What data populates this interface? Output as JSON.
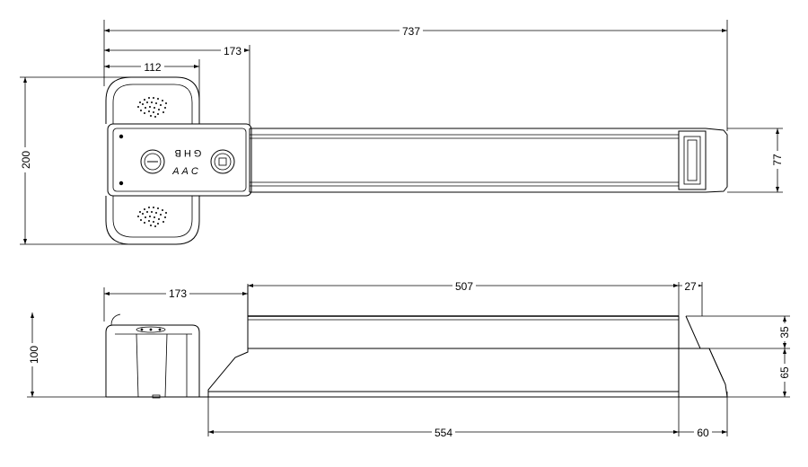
{
  "dimensions": {
    "top_view": {
      "overall_length": "737",
      "body_to_bar_start": "173",
      "body_width": "112",
      "body_height": "200",
      "bar_height": "77"
    },
    "side_view": {
      "body_length": "173",
      "bar_length": "507",
      "end_cap_length": "27",
      "body_height": "100",
      "top_segment_height": "35",
      "bottom_segment_height": "65",
      "base_length": "554",
      "foot_length": "60"
    }
  },
  "labels": {
    "panel_top_text": "GHB",
    "panel_bottom_text": "AAC"
  }
}
